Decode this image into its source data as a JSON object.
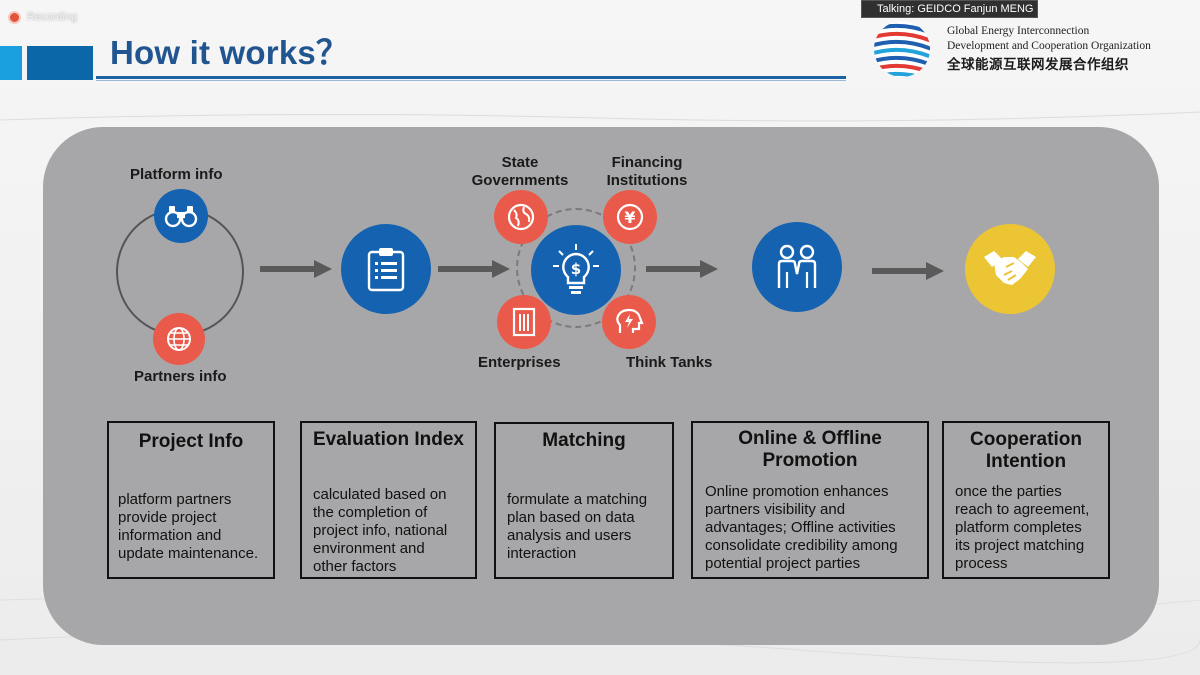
{
  "topbar": {
    "recording_label": "Recording",
    "talking_label": "Talking: GEIDCO Fanjun MENG"
  },
  "slide": {
    "title": "How it works？",
    "org": {
      "line1": "Global Energy Interconnection",
      "line2": "Development and Cooperation Organization",
      "cn": "全球能源互联网发展合作组织"
    }
  },
  "flow": {
    "platform_info": "Platform info",
    "partners_info": "Partners info",
    "state_governments_1": "State",
    "state_governments_2": "Governments",
    "financing_1": "Financing",
    "financing_2": "Institutions",
    "enterprises": "Enterprises",
    "think_tanks": "Think Tanks"
  },
  "steps": [
    {
      "title": "Project Info",
      "lines": [
        "platform partners",
        "provide project",
        "information and",
        "update maintenance."
      ]
    },
    {
      "title": "Evaluation Index",
      "lines": [
        "calculated based on",
        "the completion of",
        "project info, national",
        "environment  and",
        "other factors"
      ]
    },
    {
      "title": "Matching",
      "lines": [
        "formulate a matching",
        "plan based on data",
        "analysis and users",
        "interaction"
      ]
    },
    {
      "title_1": "Online & Offline",
      "title_2": "Promotion",
      "lines": [
        "Online promotion enhances",
        "partners visibility and",
        "advantages; Offline activities",
        "consolidate credibility among",
        "potential project parties"
      ]
    },
    {
      "title_1": "Cooperation",
      "title_2": "Intention",
      "lines": [
        "once the parties",
        "reach to agreement,",
        "platform completes",
        "its project matching",
        "process"
      ]
    }
  ],
  "colors": {
    "blue": "#1462b0",
    "red": "#ea5a4a",
    "yellow": "#ecc535",
    "panel": "#a7a7a9",
    "title": "#20558f"
  },
  "icons": [
    "binoculars-icon",
    "globe-network-icon",
    "clipboard-icon",
    "globe-icon",
    "yuan-icon",
    "lightbulb-dollar-icon",
    "building-icon",
    "brain-bolt-icon",
    "people-icon",
    "handshake-icon"
  ]
}
